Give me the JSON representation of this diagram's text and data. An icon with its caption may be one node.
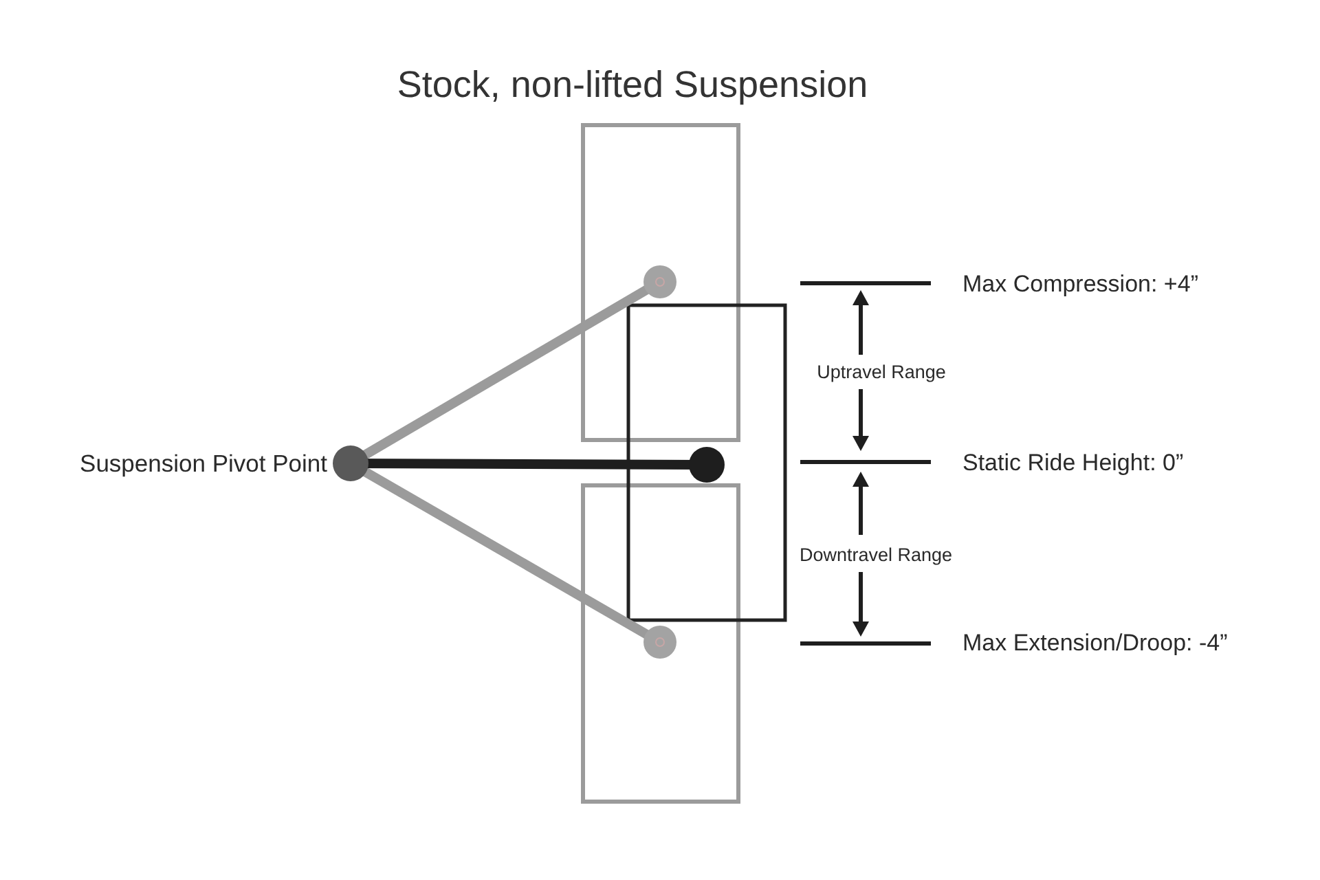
{
  "diagram": {
    "title": "Stock, non-lifted Suspension",
    "labels": [
      "Max Compression: +4”",
      "Uptravel Range",
      "Suspension Pivot Point",
      "Static Ride Height: 0”",
      "Downtravel Range",
      "Max Extension/Droop: -4”"
    ]
  }
}
